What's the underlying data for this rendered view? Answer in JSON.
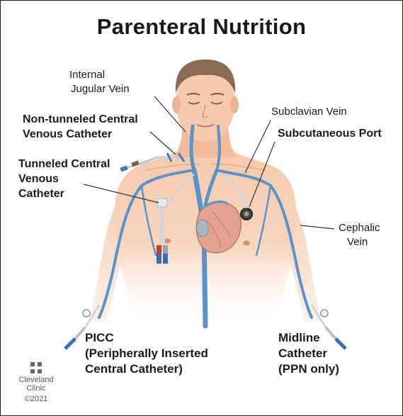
{
  "title": "Parenteral Nutrition",
  "labels": {
    "internal_jugular": [
      "Internal",
      "Jugular Vein"
    ],
    "non_tunneled": [
      "Non-tunneled Central",
      "Venous Catheter"
    ],
    "tunneled": [
      "Tunneled Central",
      "Venous",
      "Catheter"
    ],
    "subclavian": "Subclavian Vein",
    "subcutaneous_port": "Subcutaneous Port",
    "cephalic": [
      "Cephalic",
      "Vein"
    ],
    "picc": [
      "PICC",
      "(Peripherally Inserted",
      "Central Catheter)"
    ],
    "midline": [
      "Midline",
      "Catheter",
      "(PPN only)"
    ]
  },
  "logo": {
    "name_line1": "Cleveland",
    "name_line2": "Clinic",
    "copyright": "©2021"
  },
  "colors": {
    "skin": "#f6c9ac",
    "skin_light": "#fbe3d3",
    "vein": "#5b93c9",
    "hair": "#8a6a52",
    "heart": "#d99a86",
    "leader": "#333333"
  }
}
